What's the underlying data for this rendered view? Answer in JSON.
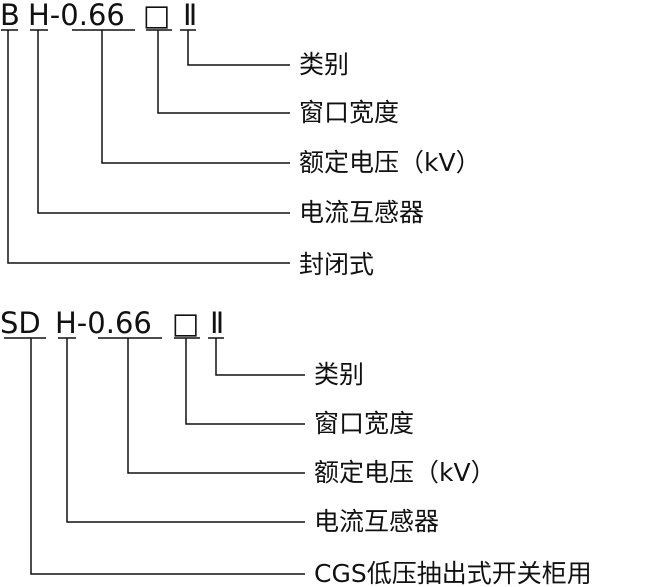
{
  "diagrams": [
    {
      "code": [
        "B",
        "H-0.66",
        "□",
        "Ⅱ"
      ],
      "labels": [
        "类别",
        "窗口宽度",
        "额定电压（kV）",
        "电流互感器",
        "封闭式"
      ]
    },
    {
      "code": [
        "SD",
        "H-0.66",
        "□",
        "Ⅱ"
      ],
      "labels": [
        "类别",
        "窗口宽度",
        "额定电压（kV）",
        "电流互感器",
        "CGS低压抽出式开关柜用"
      ]
    }
  ]
}
